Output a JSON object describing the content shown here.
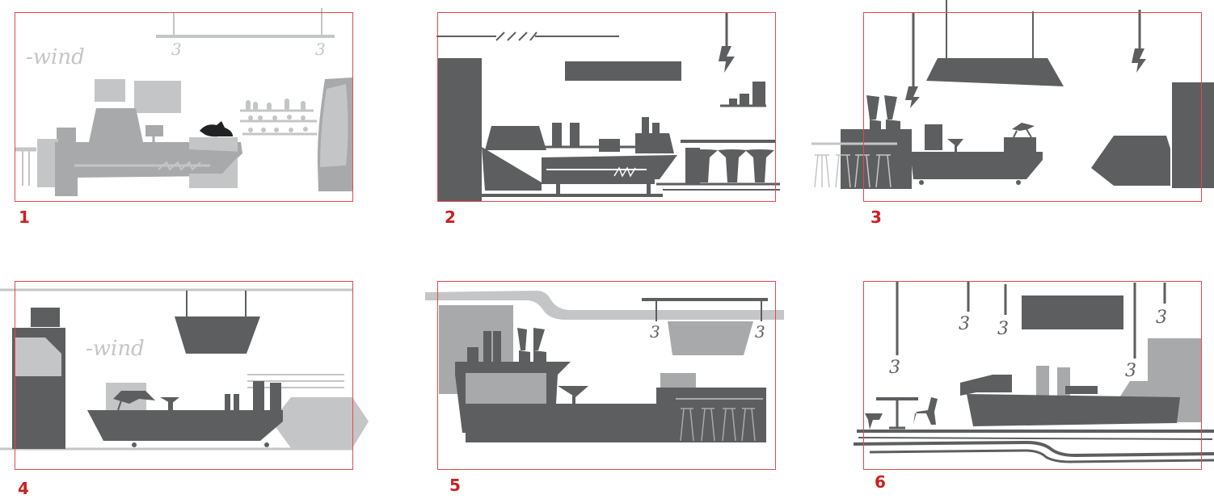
{
  "colors": {
    "frame": "#e8474f",
    "number": "#cc2020",
    "dark": "#5d5e60",
    "mid": "#a8a9ab",
    "light": "#c4c5c6",
    "paper": "#ffffff"
  },
  "panels": [
    {
      "number": "1",
      "logo": "-wind"
    },
    {
      "number": "2"
    },
    {
      "number": "3"
    },
    {
      "number": "4",
      "logo": "-wind"
    },
    {
      "number": "5"
    },
    {
      "number": "6"
    }
  ]
}
